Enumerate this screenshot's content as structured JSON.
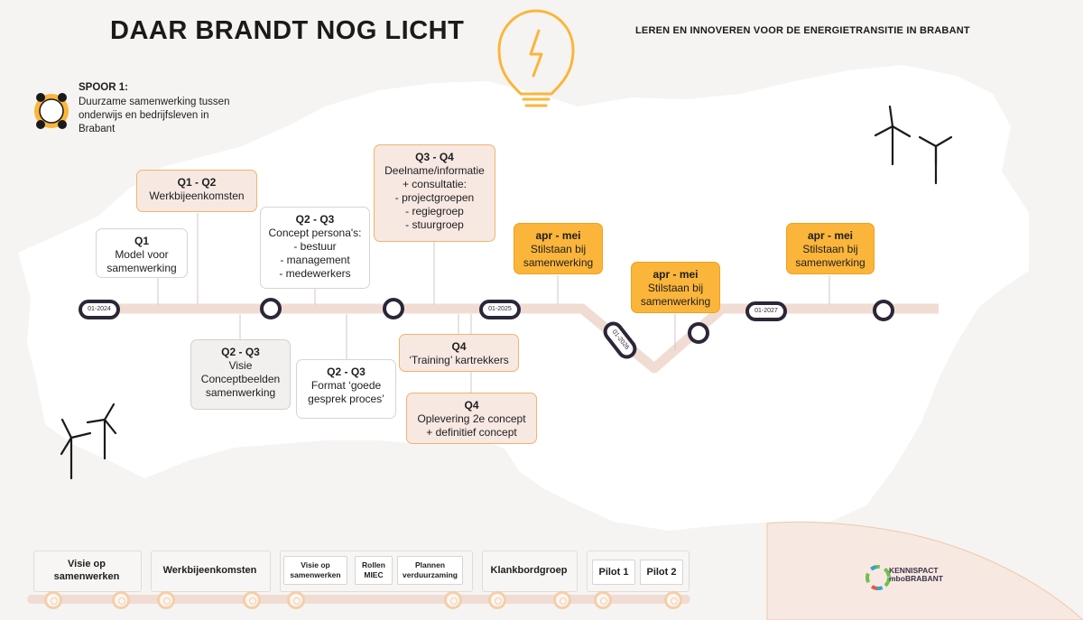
{
  "header": {
    "title": "DAAR BRANDT NOG LICHT",
    "subtitle": "LEREN EN INNOVEREN VOOR DE ENERGIETRANSITIE IN BRABANT"
  },
  "spoor": {
    "title": "SPOOR 1:",
    "text": "Duurzame samenwerking tussen onderwijs en bedrijfsleven in Brabant"
  },
  "timeline": {
    "dates": [
      "01-2024",
      "01-2025",
      "01-2026",
      "01-2027"
    ],
    "above": [
      {
        "period": "Q1",
        "text": "Model voor\nsamenwerking"
      },
      {
        "period": "Q1 - Q2",
        "text": "Werkbijeenkomsten"
      },
      {
        "period": "Q2 - Q3",
        "text": "Concept persona's:\n- bestuur\n-  management\n-  medewerkers"
      },
      {
        "period": "Q3 - Q4",
        "text": "Deelname/informatie\n+ consultatie:\n-  projectgroepen\n-  regiegroep\n-  stuurgroep"
      },
      {
        "period": "apr - mei",
        "text": "Stilstaan bij\nsamenwerking"
      },
      {
        "period": "apr - mei",
        "text": "Stilstaan bij\nsamenwerking"
      },
      {
        "period": "apr - mei",
        "text": "Stilstaan bij\nsamenwerking"
      }
    ],
    "below": [
      {
        "period": "Q2 - Q3",
        "text": "Visie\nConceptbeelden\nsamenwerking"
      },
      {
        "period": "Q2 - Q3",
        "text": "Format ‘goede\ngesprek proces’"
      },
      {
        "period": "Q4",
        "text": "‘Training’ kartrekkers"
      },
      {
        "period": "Q4",
        "text": "Oplevering 2e concept\n+ definitief concept"
      }
    ]
  },
  "train": {
    "cars": [
      {
        "items": [
          "Visie op\nsamenwerken"
        ]
      },
      {
        "items": [
          "Werkbijeenkomsten"
        ]
      },
      {
        "items": [
          "Visie op\nsamenwerken",
          "Rollen\nMIEC",
          "Plannen\nverduurzaming"
        ]
      },
      {
        "items": [
          "Klankbordgroep"
        ]
      },
      {
        "items": [
          "Pilot 1",
          "Pilot 2"
        ]
      }
    ]
  },
  "logo": {
    "line1": "KENNISPACT",
    "line2": "mboBRABANT"
  },
  "colors": {
    "accent_yellow": "#fbb53a",
    "accent_orange": "#f0a020",
    "dark_purple": "#2d2638",
    "track_pink": "#f1dcd4",
    "map_white": "#ffffff",
    "background": "#f6f4f2"
  },
  "icons": [
    "lightbulb-icon",
    "wind-turbine-icon",
    "team-circle-icon"
  ]
}
